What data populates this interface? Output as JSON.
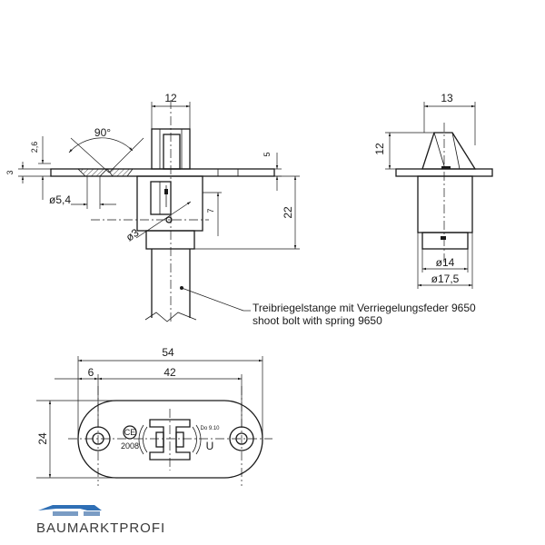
{
  "dimensions": {
    "top_width": "12",
    "angle": "90°",
    "dim_2_6": "2,6",
    "dim_3": "3",
    "dim_5": "5",
    "dia_5_4": "ø5,4",
    "dim_7": "7",
    "dim_22": "22",
    "dia_3": "ø3",
    "side_width": "13",
    "side_height": "12",
    "dia_14": "ø14",
    "dia_17_5": "ø17,5",
    "total_length": "54",
    "offset_6": "6",
    "hole_distance": "42",
    "plate_height": "24"
  },
  "callout": {
    "german": "Treibriegelstange mit Verriegelungsfeder 9650",
    "english": "shoot bolt with spring 9650"
  },
  "plate_marks": {
    "ce": "CE",
    "year": "2008",
    "standard": "Do 9.10",
    "u_mark": "U"
  },
  "brand": {
    "name": "BAUMARKTPROFI",
    "color_blue": "#2f6fb5",
    "color_text": "#3a3a3a"
  }
}
